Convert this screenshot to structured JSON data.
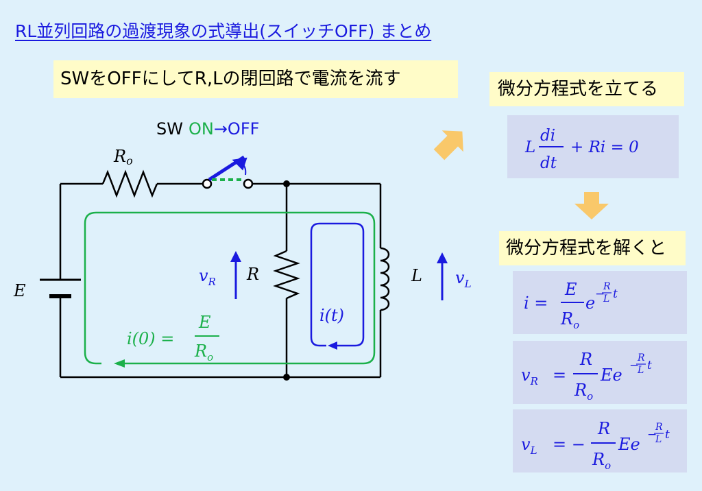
{
  "title": "RL並列回路の過渡現象の式導出(スイッチOFF) まとめ",
  "notes": {
    "main": "SWをOFFにしてR,Lの閉回路で電流を流す",
    "diff_eq": "微分方程式を立てる",
    "solve": "微分方程式を解くと"
  },
  "circuit": {
    "sw_label": "SW",
    "sw_on": "ON",
    "sw_arrow": "→",
    "sw_off": "OFF",
    "E": "E",
    "Ro": "R",
    "Ro_sub": "o",
    "R": "R",
    "L": "L",
    "vR": "v",
    "vR_sub": "R",
    "vL": "v",
    "vL_sub": "L",
    "it": "i(t)",
    "i0_lhs": "i(0) =",
    "i0_num": "E",
    "i0_den": "R",
    "i0_den_sub": "o"
  },
  "equations": {
    "diffeq": {
      "L": "L",
      "num": "di",
      "den": "dt",
      "rest": "+ Ri = 0"
    },
    "i": {
      "lhs": "i =",
      "num": "E",
      "den": "R",
      "den_sub": "o",
      "base": "e",
      "exp_sign": "−",
      "exp_num": "R",
      "exp_den": "L",
      "exp_t": "t"
    },
    "vR": {
      "lhs": "v",
      "lhs_sub": "R",
      "eq": "=",
      "num": "R",
      "den": "R",
      "den_sub": "o",
      "tail": "Ee",
      "exp_sign": "−",
      "exp_num": "R",
      "exp_den": "L",
      "exp_t": "t"
    },
    "vL": {
      "lhs": "v",
      "lhs_sub": "L",
      "eq": "= −",
      "num": "R",
      "den": "R",
      "den_sub": "o",
      "tail": "Ee",
      "exp_sign": "−",
      "exp_num": "R",
      "exp_den": "L",
      "exp_t": "t"
    }
  },
  "colors": {
    "title": "#1a1adf",
    "note_bg": "#fffcc8",
    "eq_bg": "#d4dbf1",
    "eq_text": "#1a1adf",
    "green": "#1bb04a",
    "blue": "#1a1adf",
    "arrow": "#f9c86a"
  }
}
